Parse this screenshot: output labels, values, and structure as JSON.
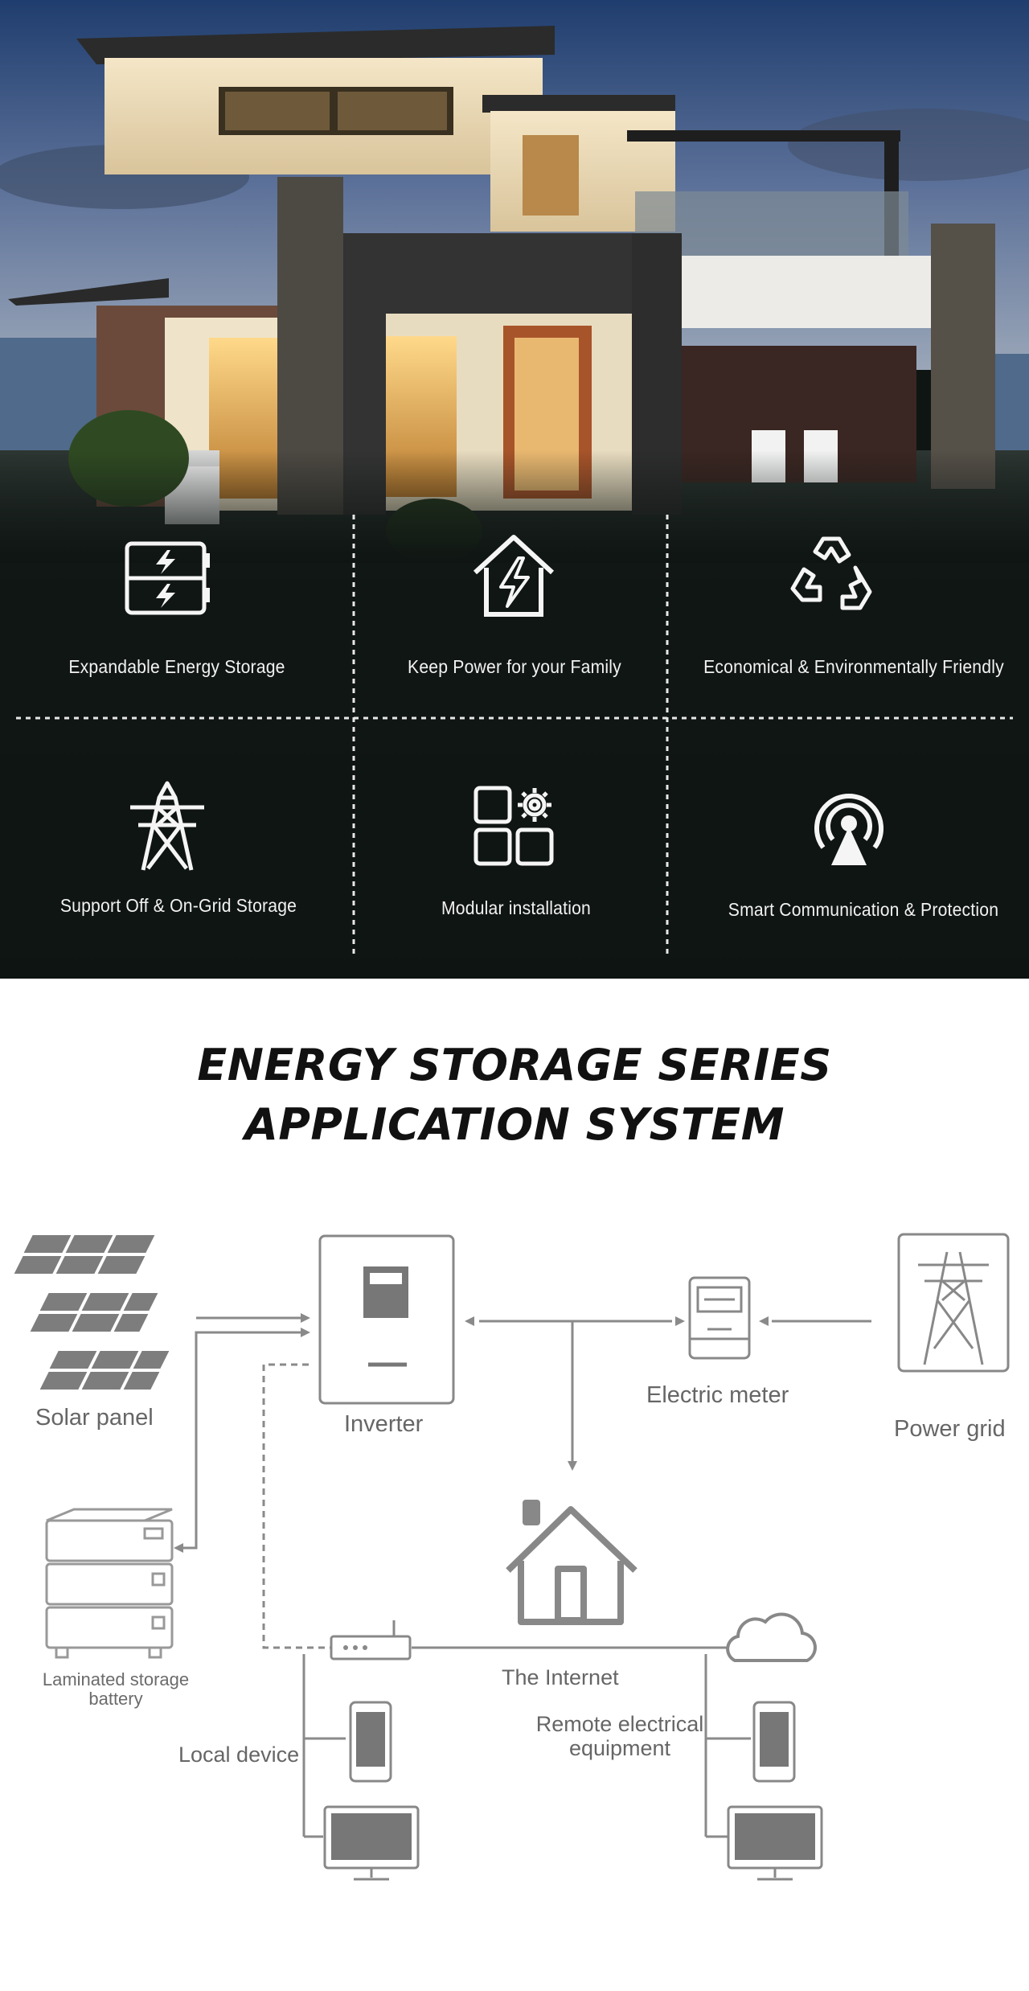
{
  "features": [
    {
      "label": "Expandable Energy Storage",
      "icon": "battery-pack-icon"
    },
    {
      "label": "Keep Power for your Family",
      "icon": "house-bolt-icon"
    },
    {
      "label": "Economical & Environmentally Friendly",
      "icon": "recycle-icon"
    },
    {
      "label": "Support Off & On-Grid Storage",
      "icon": "power-tower-icon"
    },
    {
      "label": "Modular installation",
      "icon": "modules-gear-icon"
    },
    {
      "label": "Smart Communication & Protection",
      "icon": "signal-broadcast-icon"
    }
  ],
  "diagram": {
    "title_line1": "ENERGY STORAGE SERIES",
    "title_line2": "APPLICATION SYSTEM",
    "labels": {
      "solar_panel": "Solar panel",
      "inverter": "Inverter",
      "electric_meter": "Electric meter",
      "power_grid": "Power grid",
      "battery_line1": "Laminated storage",
      "battery_line2": "battery",
      "internet": "The Internet",
      "local_device": "Local device",
      "remote_line1": "Remote electrical",
      "remote_line2": "equipment"
    }
  }
}
